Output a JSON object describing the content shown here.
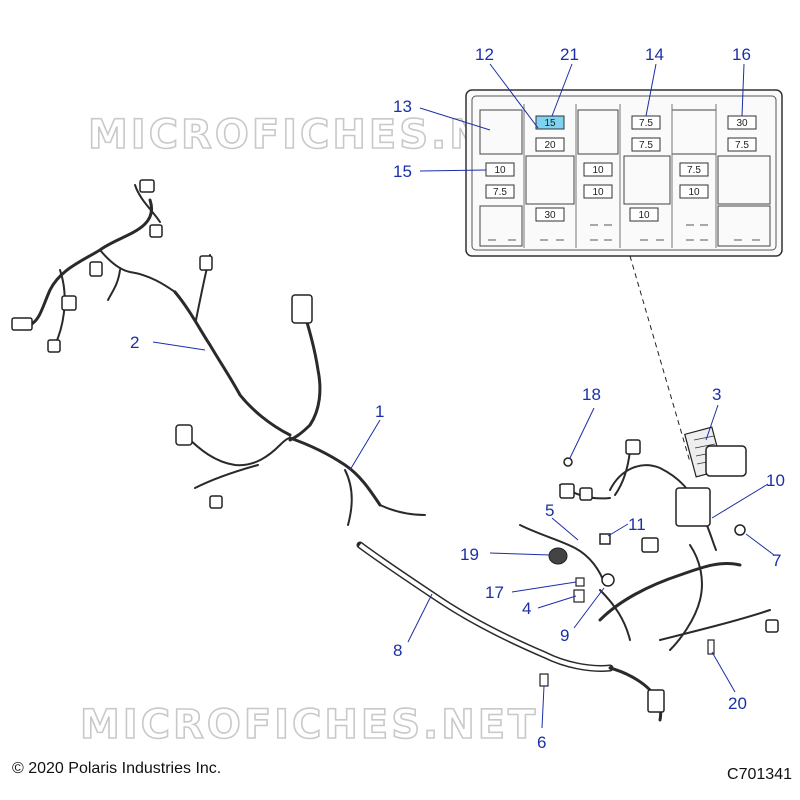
{
  "watermark": "MICROFICHES.NET",
  "copyright": "© 2020 Polaris Industries Inc.",
  "diagram_code": "C701341",
  "callouts": {
    "c1": "1",
    "c2": "2",
    "c3": "3",
    "c4": "4",
    "c5": "5",
    "c6": "6",
    "c7": "7",
    "c8": "8",
    "c9": "9",
    "c10": "10",
    "c11": "11",
    "c12": "12",
    "c13": "13",
    "c14": "14",
    "c15": "15",
    "c16": "16",
    "c17": "17",
    "c18": "18",
    "c19": "19",
    "c20": "20",
    "c21": "21"
  },
  "fuses": {
    "f_15": "15",
    "f_20": "20",
    "f_75a": "7.5",
    "f_75b": "7.5",
    "f_30a": "30",
    "f_75c": "7.5",
    "f_10a": "10",
    "f_75d": "7.5",
    "f_10b": "10",
    "f_10c": "10",
    "f_75e": "7.5",
    "f_10d": "10",
    "f_30b": "30",
    "f_10e": "10"
  },
  "colors": {
    "callout": "#1b2fa8",
    "highlight_fuse": "#7fd3f0"
  }
}
